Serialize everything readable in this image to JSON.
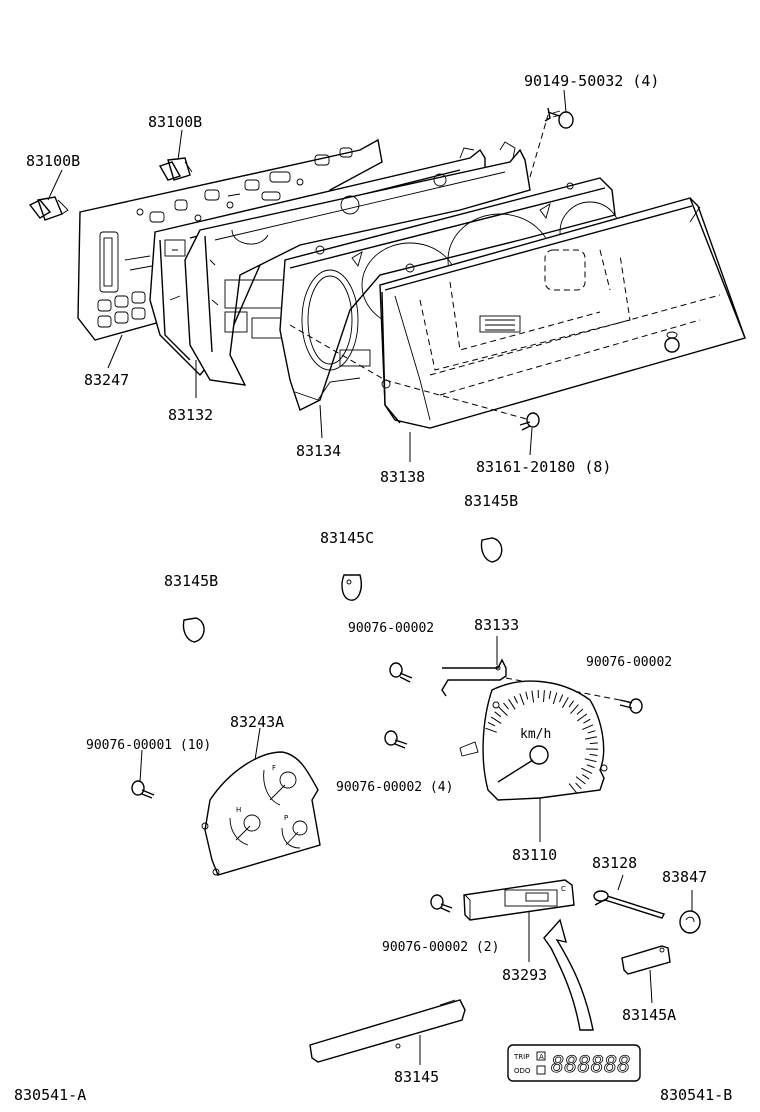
{
  "labels": {
    "p90149": "90149-50032 (4)",
    "p83100b_top": "83100B",
    "p83100b_left": "83100B",
    "p83247": "83247",
    "p83132": "83132",
    "p83134": "83134",
    "p83138": "83138",
    "p83161": "83161-20180 (8)",
    "p83145b_right": "83145B",
    "p83145c": "83145C",
    "p83145b_left": "83145B",
    "p90076_a": "90076-00002",
    "p83133": "83133",
    "p90076_b": "90076-00002",
    "p83243a": "83243A",
    "p90076_00001": "90076-00001 (10)",
    "p90076_c": "90076-00002 (4)",
    "p83110": "83110",
    "p83128": "83128",
    "p83847": "83847",
    "p90076_d": "90076-00002 (2)",
    "p83293": "83293",
    "p83145a": "83145A",
    "p83145": "83145",
    "ref_left": "830541-A",
    "ref_right": "830541-B"
  },
  "speedometer": {
    "unit": "km/h"
  },
  "odometer": {
    "trip": "TRIP",
    "odo": "ODO",
    "a": "A",
    "b": "B",
    "digits": "888888"
  }
}
